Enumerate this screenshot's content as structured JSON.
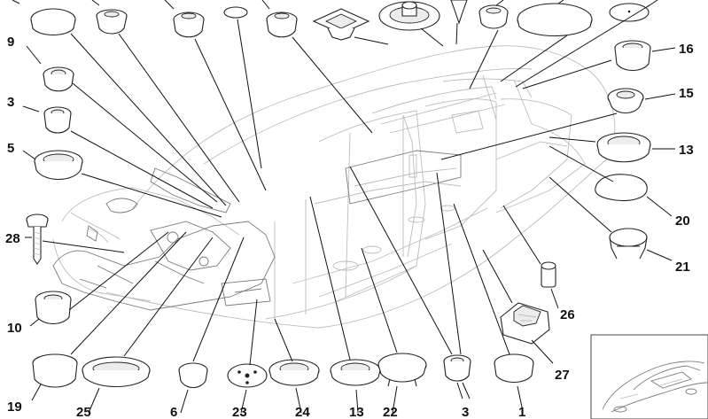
{
  "diagram": {
    "labels": [
      {
        "id": "9",
        "text": "9"
      },
      {
        "id": "3a",
        "text": "3"
      },
      {
        "id": "5",
        "text": "5"
      },
      {
        "id": "28",
        "text": "28"
      },
      {
        "id": "10",
        "text": "10"
      },
      {
        "id": "19",
        "text": "19"
      },
      {
        "id": "25",
        "text": "25"
      },
      {
        "id": "6",
        "text": "6"
      },
      {
        "id": "23",
        "text": "23"
      },
      {
        "id": "24",
        "text": "24"
      },
      {
        "id": "13b",
        "text": "13"
      },
      {
        "id": "22",
        "text": "22"
      },
      {
        "id": "3b",
        "text": "3"
      },
      {
        "id": "1",
        "text": "1"
      },
      {
        "id": "27",
        "text": "27"
      },
      {
        "id": "26",
        "text": "26"
      },
      {
        "id": "21",
        "text": "21"
      },
      {
        "id": "20",
        "text": "20"
      },
      {
        "id": "13a",
        "text": "13"
      },
      {
        "id": "15",
        "text": "15"
      },
      {
        "id": "16",
        "text": "16"
      }
    ]
  }
}
